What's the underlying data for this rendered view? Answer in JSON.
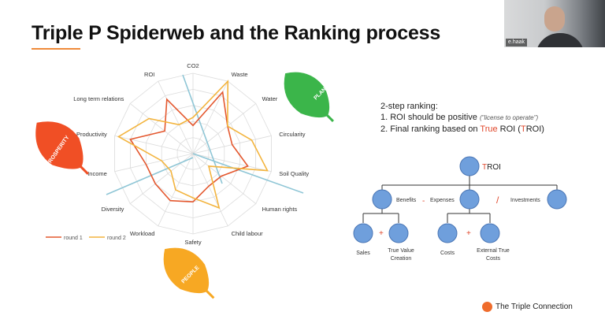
{
  "slide": {
    "title": "Triple P Spiderweb and the Ranking process"
  },
  "video": {
    "participant_name": "e.haak"
  },
  "spider": {
    "axes": [
      "CO2",
      "Waste",
      "Water",
      "Circularity",
      "Soil Quality",
      "Human rights",
      "Child labour",
      "Safety",
      "Workload",
      "Diversity",
      "Income",
      "Productivity",
      "Long term relations",
      "ROI"
    ],
    "legend": [
      "round 1",
      "round 2"
    ],
    "series_colors": [
      "#e4582f",
      "#f3b43e"
    ],
    "leaf_labels": [
      "PLANET",
      "PROSPERITY",
      "PEOPLE"
    ],
    "leaf_colors": [
      "#3bb54a",
      "#f04f25",
      "#f7a823"
    ]
  },
  "steps": {
    "heading": "2-step ranking:",
    "line1": "1. ROI should be positive",
    "line1_hint": "(\"license to operate\")",
    "line2_pre": "2. Final ranking based on",
    "line2_true": "True",
    "line2_mid": "ROI (",
    "line2_t": "T",
    "line2_end": "ROI)"
  },
  "tree": {
    "root_t": "T",
    "root_rest": "ROI",
    "benefits": "Benefits",
    "minus": "-",
    "expenses": "Expenses",
    "divide": "/",
    "investments": "Investments",
    "plus": "+",
    "sales": "Sales",
    "true_value_1": "True Value",
    "true_value_2": "Creation",
    "costs": "Costs",
    "external_1": "External True",
    "external_2": "Costs",
    "node_color": "#6f9fdc"
  },
  "brand": {
    "pre": "The Triple",
    "post": "Connection"
  }
}
